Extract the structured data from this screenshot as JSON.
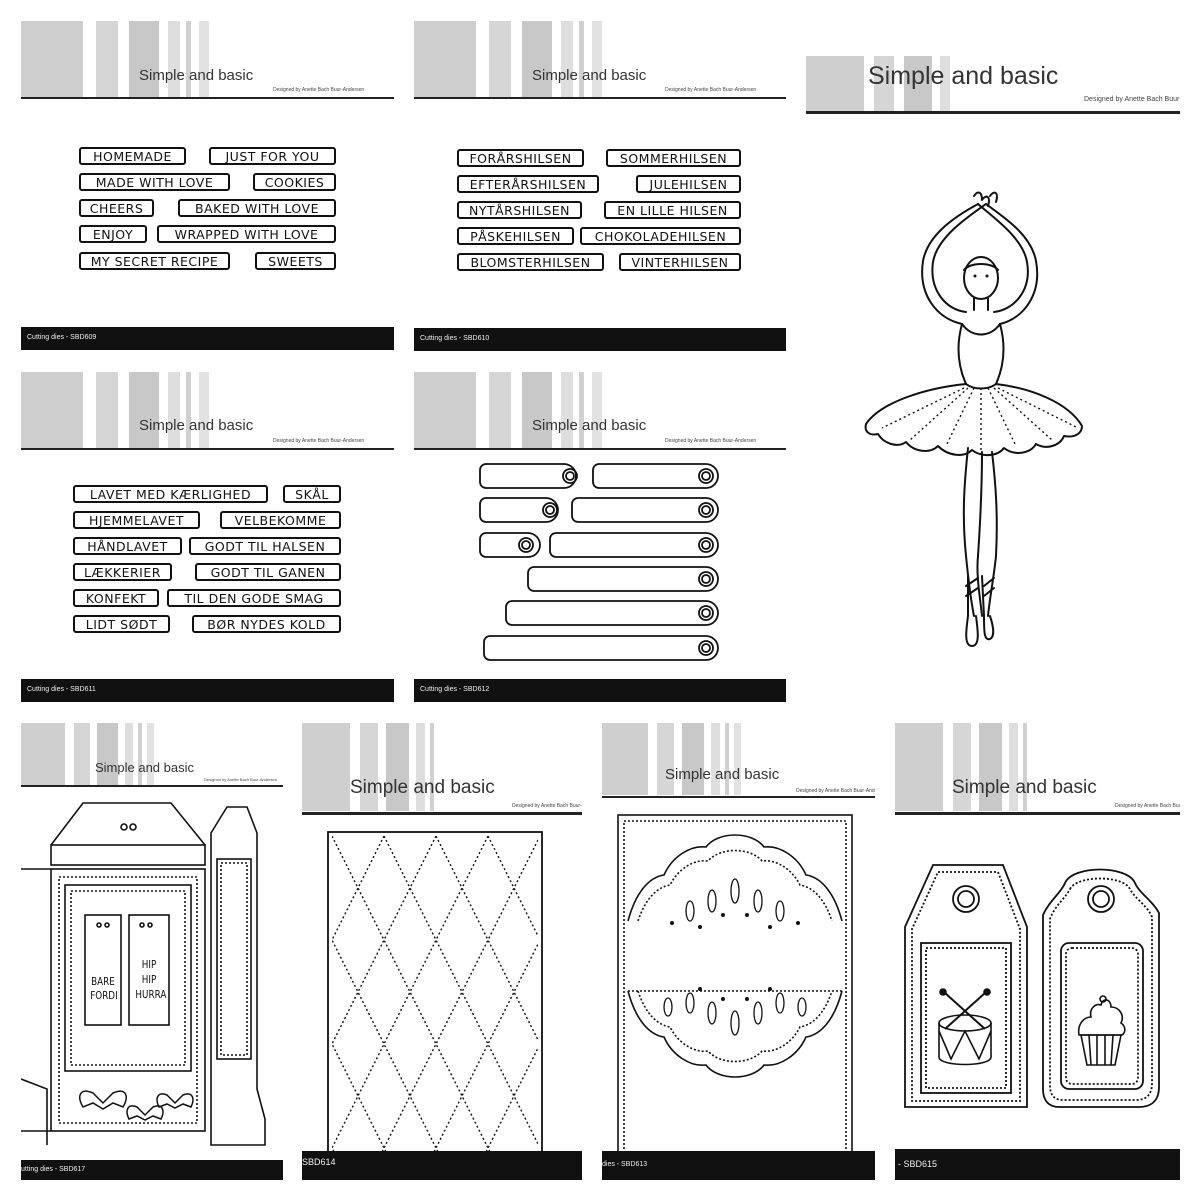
{
  "brand": "Simple and basic",
  "designer": "Designed by Anette Bach Buur-Andersen",
  "panels": {
    "sbd609": {
      "footer": "Cutting dies - SBD609",
      "labels": [
        "HOMEMADE",
        "JUST FOR YOU",
        "MADE WITH LOVE",
        "COOKIES",
        "CHEERS",
        "BAKED WITH LOVE",
        "ENJOY",
        "WRAPPED WITH LOVE",
        "MY SECRET RECIPE",
        "SWEETS"
      ]
    },
    "sbd610": {
      "footer": "Cutting dies - SBD610",
      "labels": [
        "FORÅRSHILSEN",
        "SOMMERHILSEN",
        "EFTERÅRSHILSEN",
        "JULEHILSEN",
        "NYTÅRSHILSEN",
        "EN LILLE HILSEN",
        "PÅSKEHILSEN",
        "CHOKOLADEHILSEN",
        "BLOMSTERHILSEN",
        "VINTERHILSEN"
      ]
    },
    "sbd611": {
      "footer": "Cutting dies - SBD611",
      "labels": [
        "LAVET MED KÆRLIGHED",
        "SKÅL",
        "HJEMMELAVET",
        "VELBEKOMME",
        "HÅNDLAVET",
        "GODT TIL HALSEN",
        "LÆKKERIER",
        "GODT TIL GANEN",
        "KONFEKT",
        "TIL DEN GODE SMAG",
        "LIDT SØDT",
        "BØR NYDES KOLD"
      ]
    },
    "sbd612": {
      "footer": "Cutting dies - SBD612"
    },
    "ballerina": {},
    "sbd617": {
      "footer": "utting dies - SBD617",
      "tag_left": [
        "BARE",
        "FORDI"
      ],
      "tag_right": [
        "HIP",
        "HIP",
        "HURRA"
      ]
    },
    "sbd614": {
      "footer": "SBD614"
    },
    "sbd613": {
      "footer": "dies - SBD613"
    },
    "sbd615": {
      "footer": "- SBD615"
    }
  },
  "icons": [
    "ballerina-icon",
    "gift-box-icon",
    "bow-icon",
    "harlequin-pattern-icon",
    "lace-border-icon",
    "drum-icon",
    "cupcake-icon",
    "tag-icon"
  ]
}
